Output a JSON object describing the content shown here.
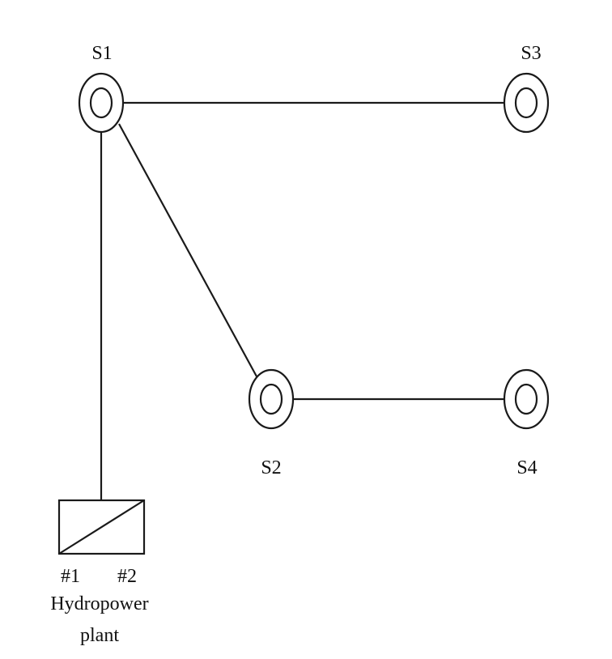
{
  "substations": [
    {
      "id": "S1",
      "label": "S1"
    },
    {
      "id": "S2",
      "label": "S2"
    },
    {
      "id": "S3",
      "label": "S3"
    },
    {
      "id": "S4",
      "label": "S4"
    }
  ],
  "connections": [
    {
      "from": "S1",
      "to": "S3"
    },
    {
      "from": "S1",
      "to": "S2"
    },
    {
      "from": "S2",
      "to": "S4"
    },
    {
      "from": "S1",
      "to": "Hydropower plant"
    }
  ],
  "plant": {
    "unit1_label": "#1",
    "unit2_label": "#2",
    "name_line1": "Hydropower",
    "name_line2": "plant"
  },
  "colors": {
    "stroke": "#1a1a1a",
    "text": "#111111",
    "background": "#ffffff"
  }
}
